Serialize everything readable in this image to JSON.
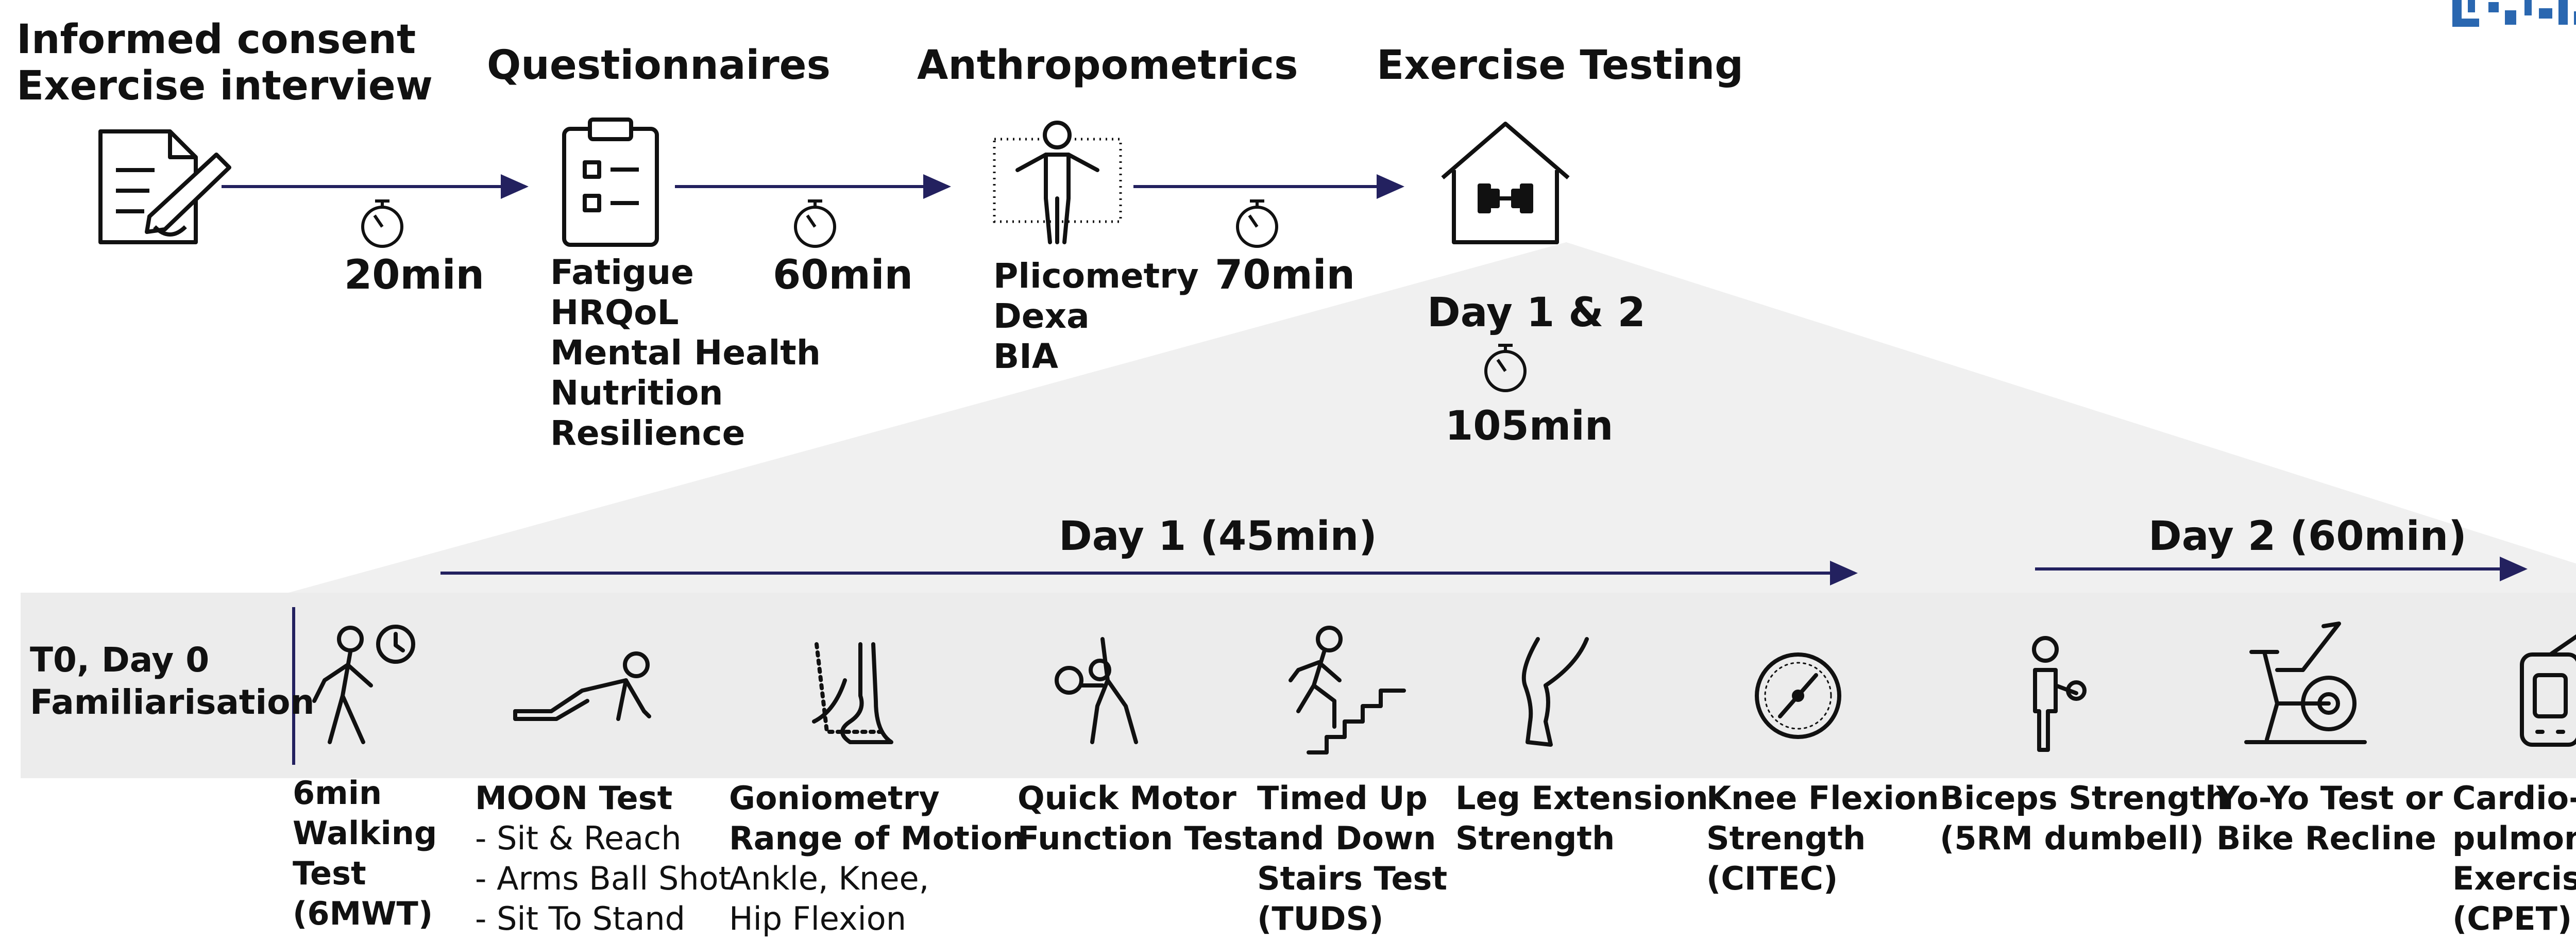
{
  "colors": {
    "arrow": "#23215f",
    "band": "#f0f0f0",
    "icon": "#111111",
    "divider": "#23215f"
  },
  "stages": [
    {
      "title_lines": [
        "Informed consent",
        "Exercise interview"
      ],
      "icon": "document-pen-icon",
      "details": []
    },
    {
      "title_lines": [
        "Questionnaires"
      ],
      "icon": "clipboard-checklist-icon",
      "details": [
        "Fatigue",
        "HRQoL",
        "Mental Health",
        "Nutrition",
        "Resilience"
      ]
    },
    {
      "title_lines": [
        "Anthropometrics"
      ],
      "icon": "body-scan-icon",
      "details": [
        "Plicometry",
        "Dexa",
        "BIA"
      ]
    },
    {
      "title_lines": [
        "Exercise Testing"
      ],
      "icon": "gym-house-icon",
      "details": []
    }
  ],
  "durations": [
    "20min",
    "60min",
    "70min"
  ],
  "testing_block": {
    "days_label": "Day 1 & 2",
    "duration": "105min"
  },
  "day1_label": "Day 1 (45min)",
  "day2_label": "Day 2 (60min)",
  "t0_lines": [
    "T0, Day 0",
    "Familiarisation"
  ],
  "tests": [
    {
      "icon": "walking-clock-icon",
      "lines": [
        "6min",
        "Walking",
        "Test",
        "(6MWT)"
      ],
      "sub": []
    },
    {
      "icon": "crawling-person-icon",
      "lines": [
        "MOON Test"
      ],
      "sub": [
        "- Sit & Reach",
        "- Arms Ball Shot",
        "- Sit To Stand"
      ]
    },
    {
      "icon": "foot-angle-icon",
      "lines": [
        "Goniometry",
        "Range of Motion"
      ],
      "sub": [
        "Ankle, Knee,",
        "Hip Flexion"
      ]
    },
    {
      "icon": "stretching-ball-icon",
      "lines": [
        "Quick Motor",
        "Function Test"
      ],
      "sub": []
    },
    {
      "icon": "stairs-climbing-icon",
      "lines": [
        "Timed Up",
        "and Down",
        "Stairs Test",
        "(TUDS)"
      ],
      "sub": []
    },
    {
      "icon": "leg-icon",
      "lines": [
        "Leg Extension",
        "Strength"
      ],
      "sub": []
    },
    {
      "icon": "dynamometer-icon",
      "lines": [
        "Knee Flexion",
        "Strength",
        "(CITEC)"
      ],
      "sub": []
    },
    {
      "icon": "dumbbell-person-icon",
      "lines": [
        "Biceps Strength",
        "(5RM dumbell)"
      ],
      "sub": []
    },
    {
      "icon": "exercise-bike-icon",
      "lines": [
        "Yo-Yo Test or",
        "Bike Recline"
      ],
      "sub": []
    },
    {
      "icon": "spirometer-icon",
      "lines": [
        "Cardio-",
        "pulmonary",
        "Exercise Test",
        "(CPET)"
      ],
      "sub": []
    }
  ]
}
